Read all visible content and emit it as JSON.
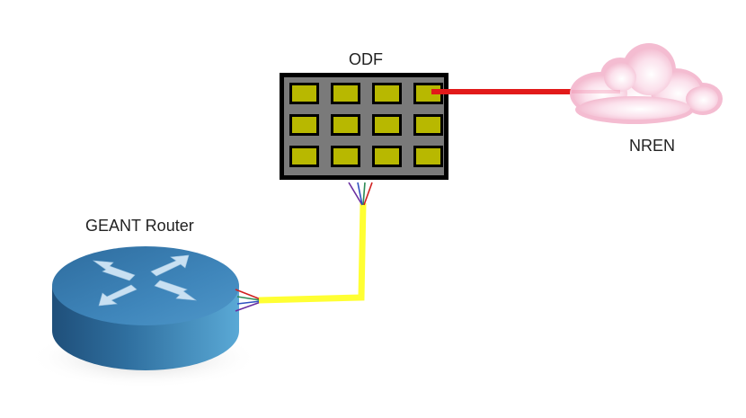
{
  "labels": {
    "odf": "ODF",
    "nren": "NREN",
    "router": "GEANT Router"
  },
  "icons": {
    "router": "router-icon",
    "odf": "patch-panel-icon",
    "cloud": "cloud-icon"
  },
  "colors": {
    "odf_frame": "#000000",
    "odf_panel": "#7a7a7a",
    "odf_port": "#b8b800",
    "trunk_cable": "#ffff33",
    "nren_cable": "#e21a1a",
    "router_top": "#4a8fc2",
    "router_side": "#2f6f9f",
    "cloud": "#f7c8da",
    "fibre_colors": [
      "#6a2ea0",
      "#2e8b57",
      "#d02020",
      "#3050c0"
    ]
  },
  "odf": {
    "rows": 3,
    "cols": 4
  }
}
